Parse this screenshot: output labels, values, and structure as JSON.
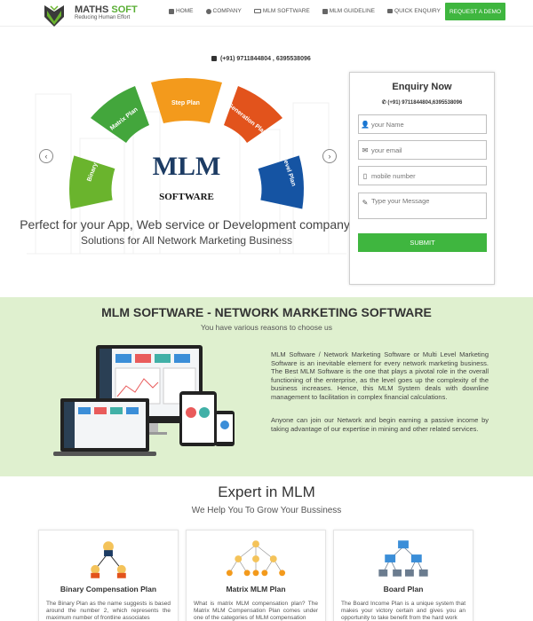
{
  "brand": {
    "name_part1": "MATHS",
    "name_part2": "SOFT",
    "tagline": "Reducing Human Effort"
  },
  "nav": {
    "items": [
      {
        "label": "HOME",
        "icon": "home-icon"
      },
      {
        "label": "COMPANY",
        "icon": "info-icon"
      },
      {
        "label": "MLM SOFTWARE",
        "icon": "monitor-icon"
      },
      {
        "label": "MLM GUIDELINE",
        "icon": "list-icon"
      },
      {
        "label": "QUICK ENQUIRY",
        "icon": "envelope-icon"
      }
    ],
    "cta": "REQUEST A DEMO"
  },
  "hero": {
    "phone": "(+91) 9711844804 , 6395538096",
    "segments": [
      "Binary Plan",
      "Matrix Plan",
      "Step Plan",
      "Generation Plan",
      "Uni level Plan"
    ],
    "arc_title": "MLM",
    "arc_subtitle": "SOFTWARE",
    "line1": "Perfect for your App, Web service or Development company!",
    "line2": "Solutions for All Network Marketing Business",
    "prev": "‹",
    "next": "›"
  },
  "enquiry": {
    "title": "Enquiry Now",
    "phone": "(+91) 9711844804,6395538096",
    "name_placeholder": "your Name",
    "email_placeholder": "your email",
    "mobile_placeholder": "mobile number",
    "message_placeholder": "Type your Message",
    "submit": "SUBMIT"
  },
  "mlm": {
    "title": "MLM SOFTWARE - NETWORK MARKETING SOFTWARE",
    "subtitle": "You have various reasons to choose us",
    "para1": "MLM Software / Network Marketing Software or Multi Level Marketing Software is an inevitable element for every network marketing business. The Best MLM Software is the one that plays a pivotal role in the overall functioning of the enterprise, as the level goes up the complexity of the business increases. Hence, this MLM System deals with downline management to facilitation in complex financial calculations.",
    "para2": "Anyone can join our Network and begin earning a passive income by taking advantage of our expertise in mining and other related services."
  },
  "expert": {
    "title": "Expert in MLM",
    "subtitle": "We Help You To Grow Your Bussiness",
    "cards": [
      {
        "title": "Binary Compensation Plan",
        "text": "The Binary Plan as the name suggests is based around the number 2, which represents the maximum number of frontline associates"
      },
      {
        "title": "Matrix MLM Plan",
        "text": "What is matrix MLM compensation plan? The Matrix MLM Compensation Plan comes under one of the categories of MLM compensation"
      },
      {
        "title": "Board Plan",
        "text": "The Board Income Plan is a unique system that makes your victory certain and gives you an opportunity to take benefit from the hard work"
      }
    ]
  },
  "colors": {
    "accent_green": "#3fb63f",
    "band_bg": "#dff0cf",
    "seg_green": "#6ab42d",
    "seg_lightgreen": "#43a63c",
    "seg_orange": "#f39a1c",
    "seg_redorange": "#e2531c",
    "seg_blue": "#1554a3",
    "mlm_navy": "#1c3b63"
  }
}
